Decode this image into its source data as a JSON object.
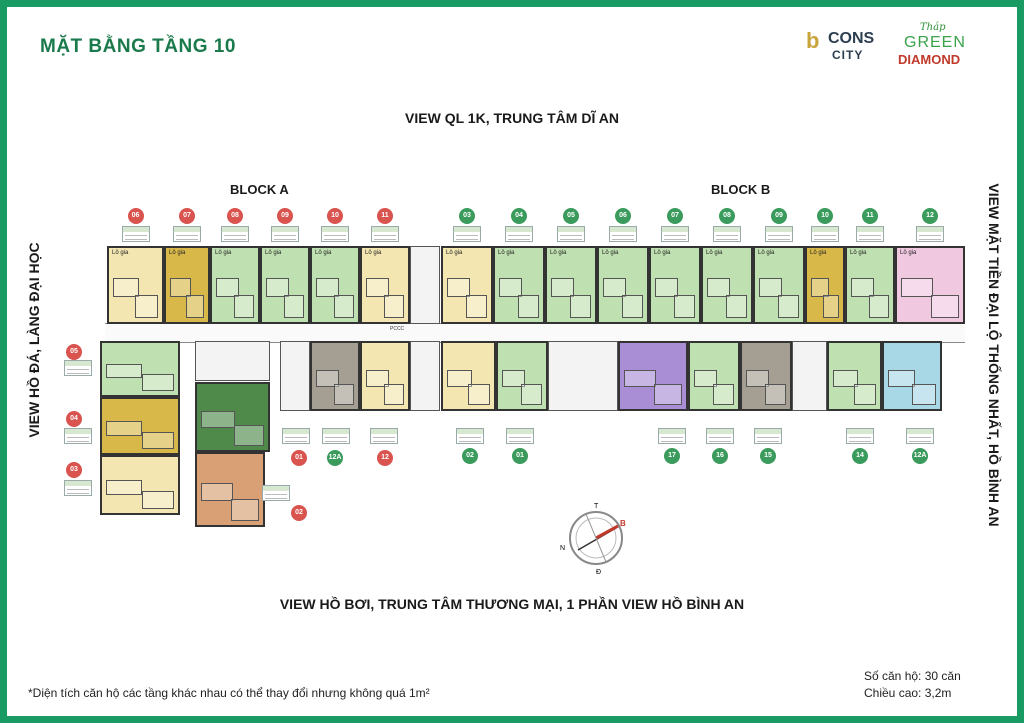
{
  "header": {
    "title": "MẶT BẰNG TẦNG 10",
    "logo_bcons": {
      "part1": "b",
      "part2": "CONS",
      "part3": "CITY"
    },
    "logo_green_diamond": {
      "thap": "Tháp",
      "green": "GREEN",
      "diamond": "DIAMOND"
    }
  },
  "views": {
    "top": "VIEW QL 1K, TRUNG TÂM  DĨ AN",
    "bottom": "VIEW HỒ BƠI, TRUNG TÂM THƯƠNG MẠI, 1 PHẦN VIEW HỒ BÌNH AN",
    "left": "VIEW HỒ ĐÁ, LÀNG ĐẠI HỌC",
    "right": "VIEW MẶT TIỀN ĐẠI LỘ THỐNG NHẤT, HỒ BÌNH AN"
  },
  "blocks": {
    "a": "BLOCK A",
    "b": "BLOCK B"
  },
  "block_a_top_numbers": [
    "06",
    "07",
    "08",
    "09",
    "10",
    "11"
  ],
  "block_b_top_numbers": [
    "03",
    "04",
    "05",
    "06",
    "07",
    "08",
    "09",
    "10",
    "11",
    "12"
  ],
  "block_a_left_numbers": [
    "05",
    "04",
    "03"
  ],
  "block_a_bottom_numbers": [
    "01",
    "12A",
    "12",
    "02"
  ],
  "block_b_bottom_numbers": [
    "02",
    "01",
    "17",
    "16",
    "15",
    "14",
    "12A"
  ],
  "balcony_label": "Lô gia",
  "corridor_label": "PCCC",
  "colors": {
    "frame": "#1a9b63",
    "green_unit": "#bfe0b0",
    "yellow_unit": "#f3e6b0",
    "mustard_unit": "#d9b84a",
    "pink_unit": "#f0c8e0",
    "purple_unit": "#a98ed6",
    "gray_unit": "#a59e92",
    "blue_unit": "#a8d8e6",
    "dark_green_unit": "#4f8a4a",
    "orange_unit": "#d8a074"
  },
  "compass": {
    "t": "T",
    "b": "B",
    "n": "N",
    "d": "Đ"
  },
  "footnote": "*Diện tích căn hộ các tầng khác nhau có thể thay đổi nhưng không quá 1m²",
  "stats": {
    "units": "Số căn hộ: 30 căn",
    "height": "Chiều cao: 3,2m"
  }
}
